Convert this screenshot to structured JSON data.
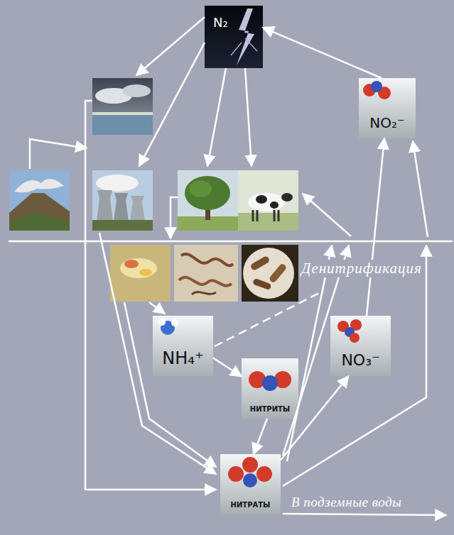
{
  "diagram": {
    "nodes": [
      {
        "text": [
          "N₂"
        ]
      },
      {
        "text": [
          "NO₂⁻"
        ]
      },
      {
        "text": [
          "NH₄⁺"
        ]
      },
      {
        "text": [
          "NO₃⁻"
        ]
      },
      {
        "text": [
          "НИТРИТЫ"
        ]
      },
      {
        "text": [
          "НИТРАТЫ"
        ]
      }
    ],
    "edges": [
      {
        "from": 1,
        "to": 0,
        "arrow": "to"
      },
      {
        "from": 2,
        "to": 4,
        "arrow": "to"
      },
      {
        "from": 4,
        "to": 5,
        "arrow": "to"
      },
      {
        "from": 5,
        "to": 3,
        "arrow": "to"
      },
      {
        "from": 3,
        "to": 1,
        "arrow": "to"
      }
    ],
    "labels": [
      "Денитрификация",
      "В подземные воды"
    ]
  }
}
